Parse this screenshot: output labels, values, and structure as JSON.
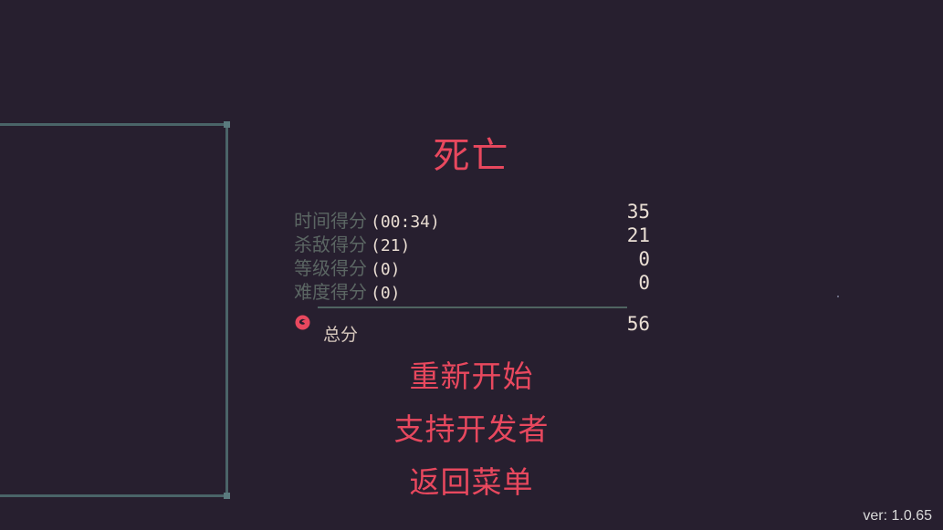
{
  "screen": {
    "title": "死亡",
    "accent_color": "#e8485e",
    "background_color": "#271f2f"
  },
  "score_breakdown": [
    {
      "label": "时间得分",
      "detail": "(00:34)",
      "value": "35"
    },
    {
      "label": "杀敌得分",
      "detail": "(21)",
      "value": "21"
    },
    {
      "label": "等级得分",
      "detail": "(0)",
      "value": "0"
    },
    {
      "label": "难度得分",
      "detail": "(0)",
      "value": "0"
    }
  ],
  "total": {
    "icon": "swirl-emblem-icon",
    "label": "总分",
    "value": "56"
  },
  "menu": {
    "restart": "重新开始",
    "support": "支持开发者",
    "back_to_menu": "返回菜单"
  },
  "footer": {
    "version": "ver: 1.0.65"
  }
}
